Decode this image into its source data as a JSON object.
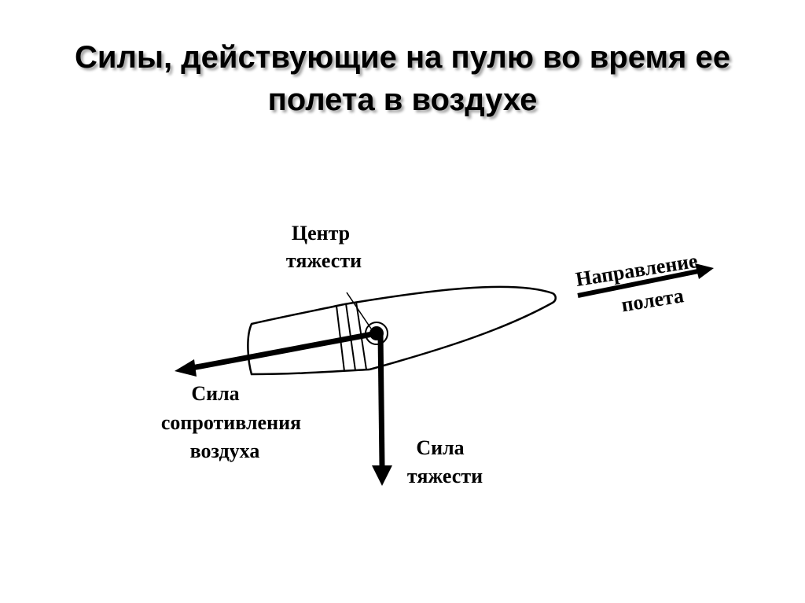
{
  "title": {
    "line1": "Силы, действующие на пулю во время ее",
    "line2": "полета в воздухе"
  },
  "labels": {
    "center_line1": "Центр",
    "center_line2": "тяжести",
    "direction_line1": "Направление",
    "direction_line2": "полета",
    "drag_line1": "Сила",
    "drag_line2": "сопротивления",
    "drag_line3": "воздуха",
    "gravity_line1": "Сила",
    "gravity_line2": "тяжести"
  },
  "colors": {
    "ink": "#000000",
    "background": "#ffffff"
  }
}
